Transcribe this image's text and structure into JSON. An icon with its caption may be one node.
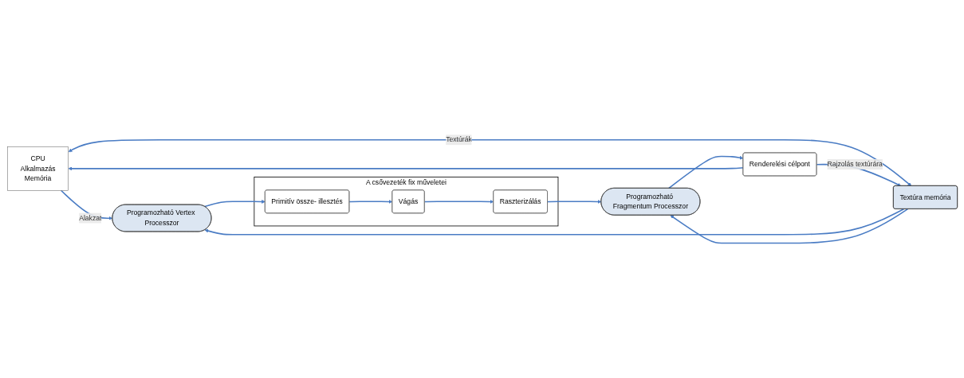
{
  "diagram": {
    "nodes": [
      {
        "text": [
          "CPU",
          "Alkalmazás",
          "Memória"
        ]
      },
      {
        "text": [
          "Programozható Vertex Processzor"
        ]
      },
      {
        "text": [
          "A csővezeték fix műveletei"
        ]
      },
      {
        "text": [
          "Primitív össze- illesztés"
        ],
        "in": 2
      },
      {
        "text": [
          "Vágás"
        ],
        "in": 2
      },
      {
        "text": [
          "Raszterizálás"
        ],
        "in": 2
      },
      {
        "text": [
          "Programozható Fragmentum Processzor"
        ]
      },
      {
        "text": [
          "Renderelési célpont"
        ]
      },
      {
        "text": [
          "Textúra memória"
        ]
      }
    ],
    "edges": [
      {
        "from": 0,
        "to": 1,
        "arrow": "to",
        "label": "Alakzat"
      },
      {
        "from": 1,
        "to": 3,
        "arrow": "to"
      },
      {
        "from": 3,
        "to": 4,
        "arrow": "to"
      },
      {
        "from": 4,
        "to": 5,
        "arrow": "to"
      },
      {
        "from": 5,
        "to": 6,
        "arrow": "to"
      },
      {
        "from": 6,
        "to": 7,
        "arrow": "to"
      },
      {
        "from": 8,
        "to": 1,
        "arrow": "to"
      },
      {
        "from": 8,
        "to": 6,
        "arrow": "to"
      },
      {
        "from": 0,
        "to": 8,
        "arrow": "both",
        "label": "Textúrák"
      },
      {
        "from": 7,
        "to": 8,
        "arrow": "to",
        "label": "Rajzolás textúrára"
      },
      {
        "from": 7,
        "to": 0,
        "arrow": "to"
      }
    ]
  }
}
